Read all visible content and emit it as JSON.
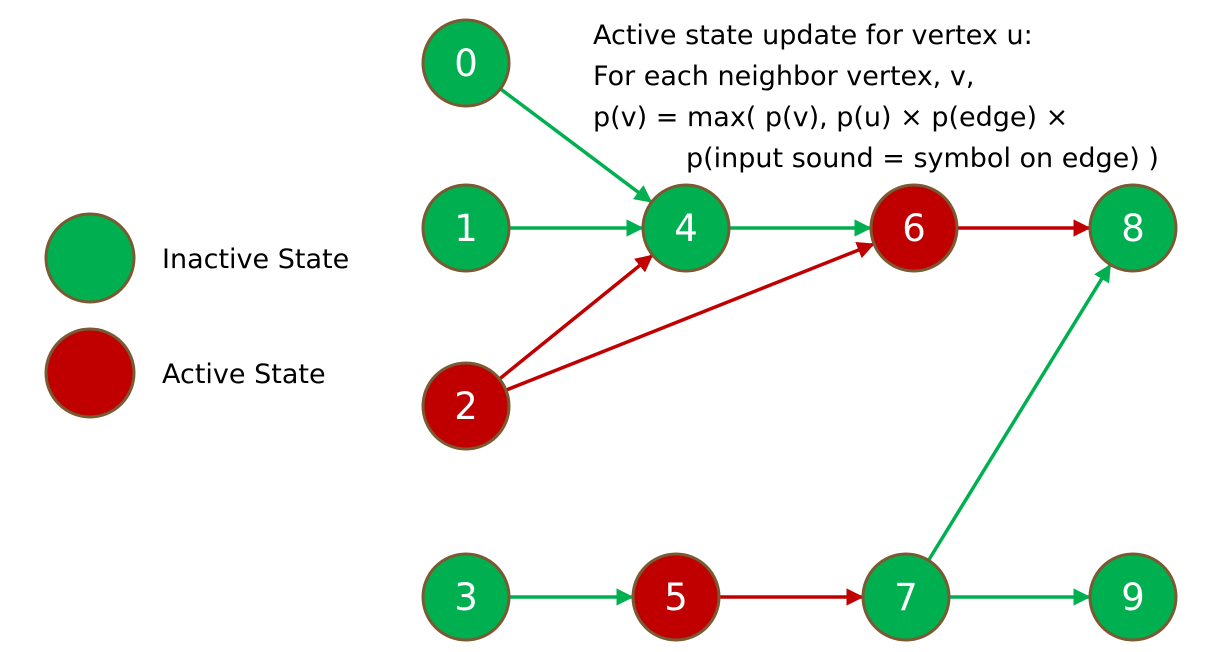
{
  "colors": {
    "inactive_fill": "#00b050",
    "active_fill": "#c00000",
    "node_stroke": "#7a5a32",
    "inactive_edge": "#00b050",
    "active_edge": "#c00000"
  },
  "legend": {
    "inactive_label": "Inactive State",
    "active_label": "Active State"
  },
  "note": {
    "line1": "Active state update for vertex u:",
    "line2": "For each neighbor vertex, v,",
    "line3": "p(v) = max( p(v), p(u) × p(edge) ×",
    "line4": "p(input sound = symbol on edge) )"
  },
  "nodes": [
    {
      "id": "0",
      "label": "0",
      "state": "inactive"
    },
    {
      "id": "1",
      "label": "1",
      "state": "inactive"
    },
    {
      "id": "2",
      "label": "2",
      "state": "active"
    },
    {
      "id": "3",
      "label": "3",
      "state": "inactive"
    },
    {
      "id": "4",
      "label": "4",
      "state": "inactive"
    },
    {
      "id": "5",
      "label": "5",
      "state": "active"
    },
    {
      "id": "6",
      "label": "6",
      "state": "active"
    },
    {
      "id": "7",
      "label": "7",
      "state": "inactive"
    },
    {
      "id": "8",
      "label": "8",
      "state": "inactive"
    },
    {
      "id": "9",
      "label": "9",
      "state": "inactive"
    }
  ],
  "edges": [
    {
      "from": "0",
      "to": "4",
      "state": "inactive"
    },
    {
      "from": "1",
      "to": "4",
      "state": "inactive"
    },
    {
      "from": "2",
      "to": "4",
      "state": "active"
    },
    {
      "from": "2",
      "to": "6",
      "state": "active"
    },
    {
      "from": "4",
      "to": "6",
      "state": "inactive"
    },
    {
      "from": "6",
      "to": "8",
      "state": "active"
    },
    {
      "from": "3",
      "to": "5",
      "state": "inactive"
    },
    {
      "from": "5",
      "to": "7",
      "state": "active"
    },
    {
      "from": "7",
      "to": "8",
      "state": "inactive"
    },
    {
      "from": "7",
      "to": "9",
      "state": "inactive"
    }
  ]
}
